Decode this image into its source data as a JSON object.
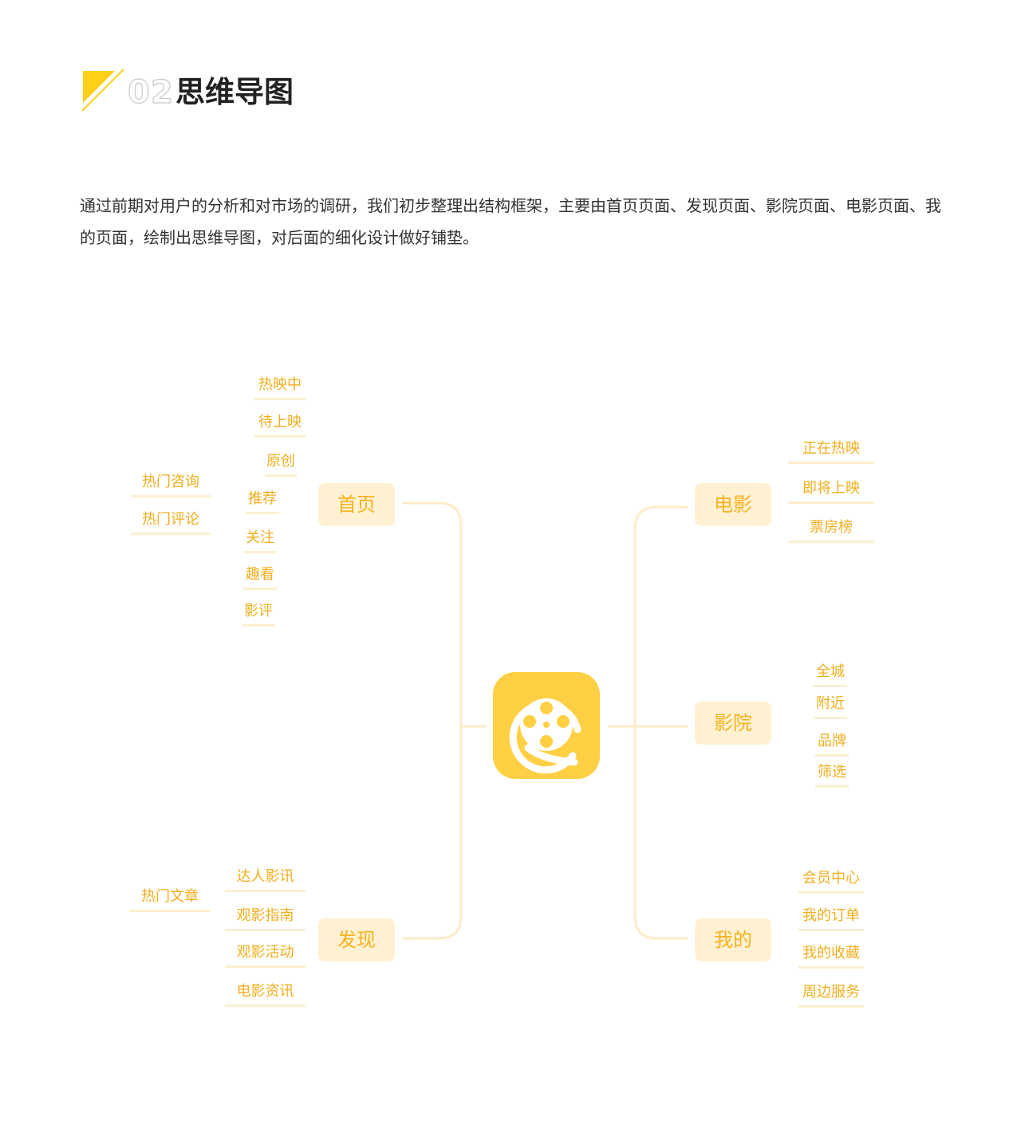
{
  "header": {
    "section_number": "02",
    "title": "思维导图"
  },
  "intro": {
    "text": "通过前期对用户的分析和对市场的调研，我们初步整理出结构框架，主要由首页页面、发现页面、影院页面、电影页面、我的页面，绘制出思维导图，对后面的细化设计做好铺垫。"
  },
  "mindmap": {
    "center_icon": "film-reel-icon",
    "branches": {
      "home": {
        "label": "首页",
        "items": [
          "热映中",
          "待上映",
          "原创",
          "推荐",
          "关注",
          "趣看",
          "影评"
        ],
        "sub_items": [
          "热门咨询",
          "热门评论"
        ]
      },
      "discover": {
        "label": "发现",
        "items": [
          "达人影讯",
          "观影指南",
          "观影活动",
          "电影资讯"
        ],
        "sub_items": [
          "热门文章"
        ]
      },
      "movie": {
        "label": "电影",
        "items": [
          "正在热映",
          "即将上映",
          "票房榜"
        ]
      },
      "cinema": {
        "label": "影院",
        "items": [
          "全城",
          "附近",
          "品牌",
          "筛选"
        ]
      },
      "mine": {
        "label": "我的",
        "items": [
          "会员中心",
          "我的订单",
          "我的收藏",
          "周边服务"
        ]
      }
    }
  },
  "colors": {
    "accent": "#ffd043",
    "node_bg": "#fff1d2",
    "node_text": "#f6b320",
    "connector": "#fdecc6"
  }
}
